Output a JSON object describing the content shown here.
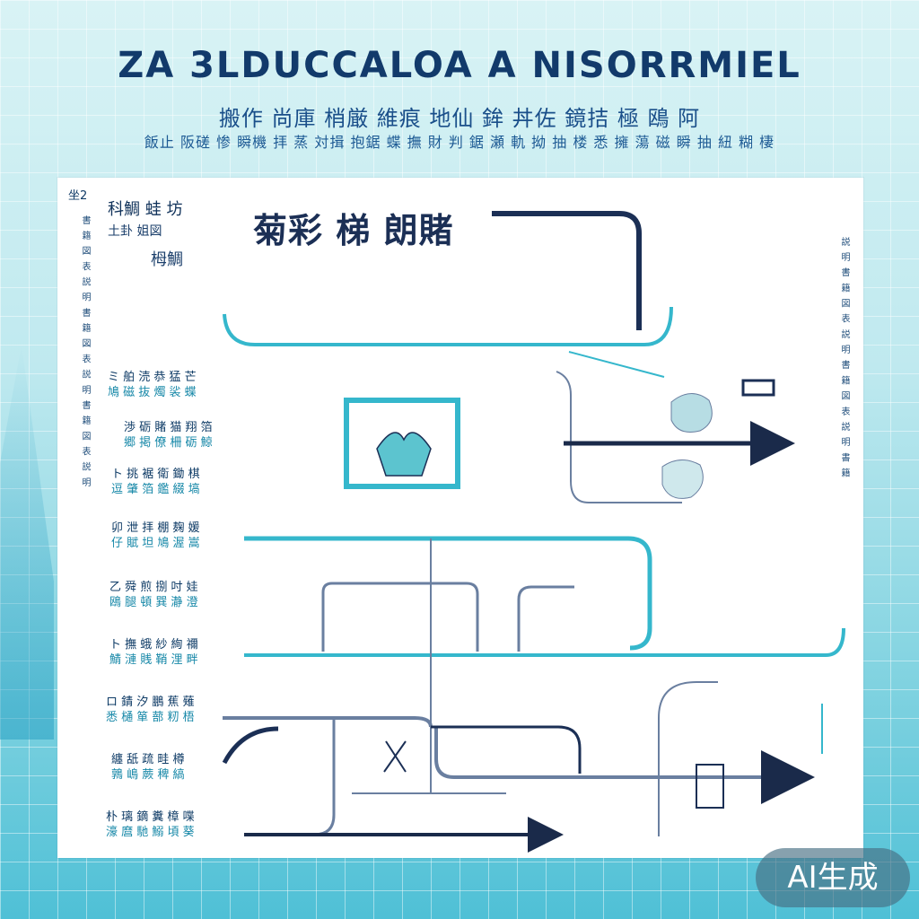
{
  "header": {
    "title": "ZA 3LDUCCALOA A NISORRMIEL",
    "subtitle": "搬作 尚庫 梢厳 維痕 地仙 鉾 丼佐 鏡拮 極 鴎 阿",
    "tagline": "飯止 阪磋 惨 瞬機 拝 蒸 対揖 抱鋸 蝶 撫 財 判 鋸 瀬 軌 拗 抽 楼 悉 擁 蕩 磁 瞬 抽 紐 糊 棲"
  },
  "panel": {
    "corner_label": "坐2",
    "diagram_title": "菊彩 梯 朗賭",
    "block_title": "科鯛 蛙 坊",
    "block_subtitle": "土卦  姐図",
    "block_stamp": "栂鯛"
  },
  "notes": [
    {
      "line1": "ミ 舶 涜 恭 猛 芒",
      "line2": "鳩 磁 抜 燭 裟 蝶"
    },
    {
      "line1": "渉 砺 賭 猫 翔 箔",
      "line2": "郷 掲 僚 柵 砺 鯨"
    },
    {
      "line1": "ト 挑 裾 衛 鋤 棋",
      "line2": "逗 肇 箔 鑑 綴 塙"
    },
    {
      "line1": "卯 泄 拝 棚 麹 媛",
      "line2": "仔 賦 坦 鳩 渥 嵩"
    },
    {
      "line1": "乙 舜 煎 捌 吋 娃",
      "line2": "鴎 腿 頓 巽 瀞 澄"
    },
    {
      "line1": "ト 撫 蛾 紗 絢 禰",
      "line2": "鯖 漣 賎 鞘 浬 畔"
    },
    {
      "line1": "ロ 錆 汐 鵬 蕉 薙",
      "line2": "悉 樋 箪 蔀 籾 梧"
    },
    {
      "line1": "纏 舐 疏 畦 樽",
      "line2": "鶉 嶋 蕨 稗 縞"
    },
    {
      "line1": "朴 璃 鏑 糞 樟 喋",
      "line2": "濠 麿 馳 鰯 頃 葵"
    }
  ],
  "left_vertical_text": "書 籍 図 表 説 明 書 籍 図 表 説 明 書 籍 図 表 説 明",
  "right_vertical_text": "説 明 書 籍 図 表 説 明 書 籍 図 表 説 明 書 籍",
  "badge": "AI生成",
  "colors": {
    "navy": "#1b2f55",
    "teal": "#35b7cc",
    "slate": "#6a7fa0",
    "arrow": "#1a2a4a"
  }
}
